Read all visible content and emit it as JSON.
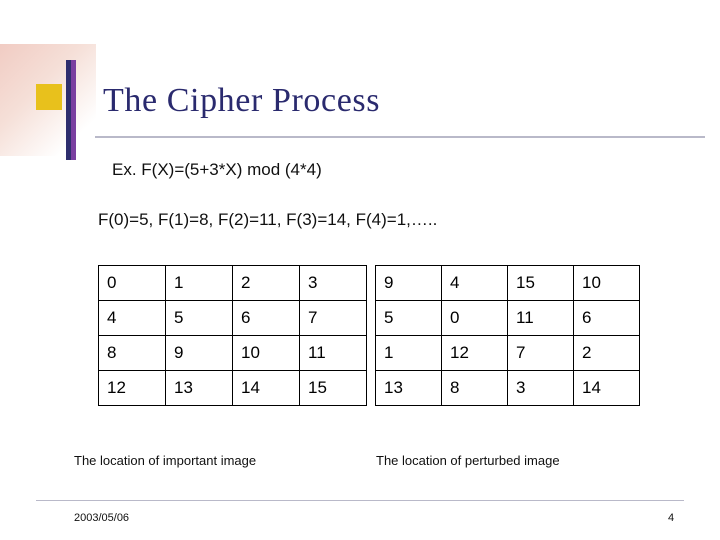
{
  "slide": {
    "title": "The Cipher Process",
    "body": {
      "line1": "Ex. F(X)=(5+3*X) mod (4*4)",
      "line2": "F(0)=5, F(1)=8, F(2)=11, F(3)=14, F(4)=1,….."
    },
    "tables": {
      "left": {
        "caption": "The location of important image",
        "rows": [
          [
            "0",
            "1",
            "2",
            "3"
          ],
          [
            "4",
            "5",
            "6",
            "7"
          ],
          [
            "8",
            "9",
            "10",
            "11"
          ],
          [
            "12",
            "13",
            "14",
            "15"
          ]
        ]
      },
      "right": {
        "caption": "The location of perturbed image",
        "rows": [
          [
            "9",
            "4",
            "15",
            "10"
          ],
          [
            "5",
            "0",
            "11",
            "6"
          ],
          [
            "1",
            "12",
            "7",
            "2"
          ],
          [
            "13",
            "8",
            "3",
            "14"
          ]
        ]
      }
    },
    "footer": {
      "date": "2003/05/06",
      "page_number": "4"
    },
    "colors": {
      "title": "#2a2a6e",
      "accent_yellow": "#e8c11c",
      "accent_purple": "#7a3fa0",
      "accent_navy": "#2e2e6e",
      "rule": "#b9b9c9"
    }
  }
}
